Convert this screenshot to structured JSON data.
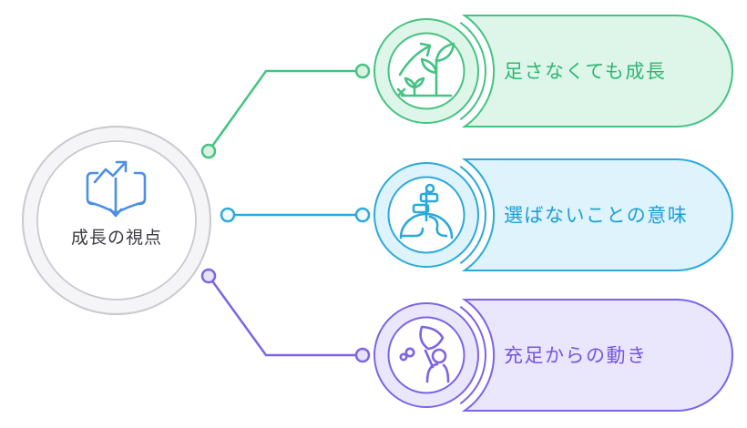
{
  "center": {
    "label": "成長の視点",
    "icon": "open-book-rising-arrow",
    "ring_color": "#c9c9d0",
    "ring_fill": "#f5f5f8",
    "inner_fill": "#ffffff",
    "icon_color": "#4c8fe4",
    "text_color": "#3a3a42"
  },
  "items": [
    {
      "label": "足さなくても成長",
      "icon": "sprouting-plant-growth",
      "color": "#45c382",
      "text_color": "#2eb674",
      "fill": "#def6e9",
      "dot_fill": "#d9f2e3"
    },
    {
      "label": "選ばないことの意味",
      "icon": "signpost-on-path",
      "color": "#2ba9da",
      "text_color": "#1b9ed4",
      "fill": "#def3fc",
      "dot_fill": "#f2fafd"
    },
    {
      "label": "充足からの動き",
      "icon": "person-with-butterfly-net",
      "color": "#7d63e6",
      "text_color": "#7554e3",
      "fill": "#eae7fc",
      "dot_fill": "#e7e3fb"
    }
  ],
  "background": "#ffffff"
}
